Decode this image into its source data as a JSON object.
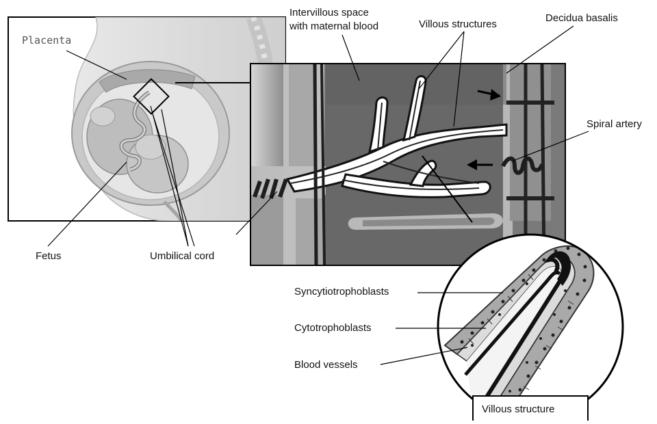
{
  "labels": {
    "placenta": "Placenta",
    "fetus": "Fetus",
    "umbilical_cord": "Umbilical cord",
    "intervillous_line1": "Intervillous space",
    "intervillous_line2": "with maternal blood",
    "villous_structures": "Villous structures",
    "decidua_basalis": "Decidua basalis",
    "spiral_artery": "Spiral artery",
    "syncytiotrophoblasts": "Syncytiotrophoblasts",
    "cytotrophoblasts": "Cytotrophoblasts",
    "blood_vessels": "Blood vessels",
    "villous_structure": "Villous structure"
  }
}
